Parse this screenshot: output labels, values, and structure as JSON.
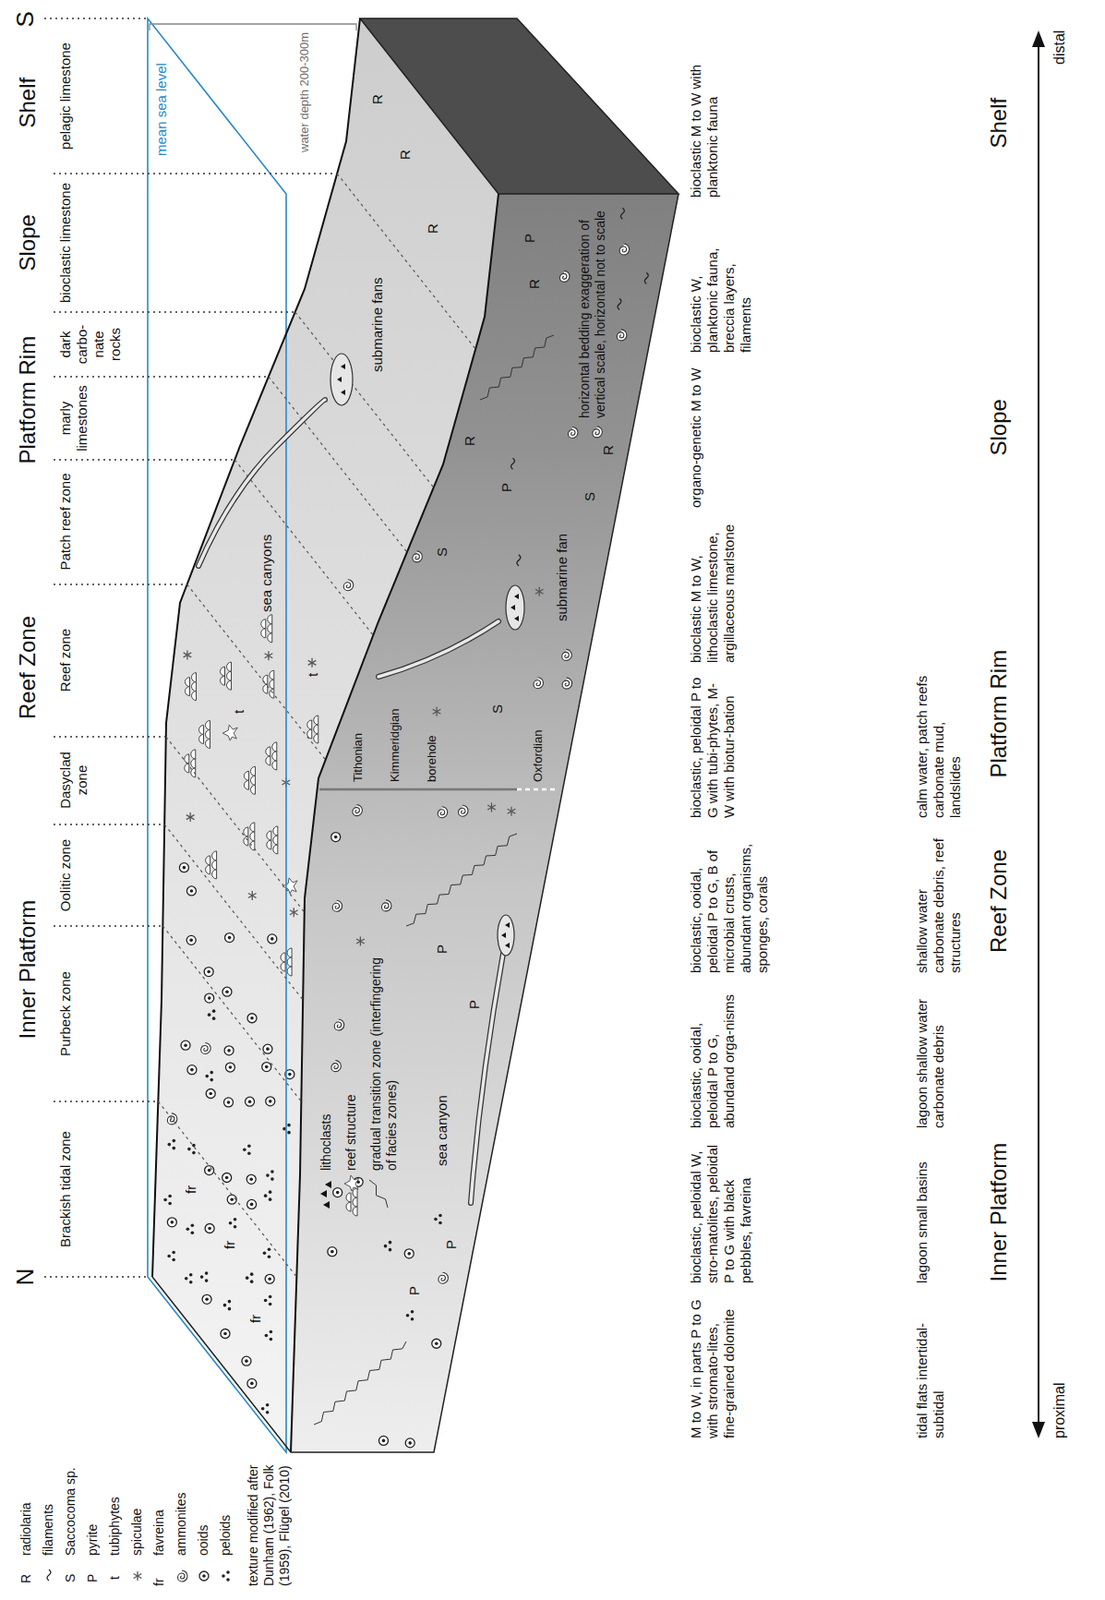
{
  "diagram": {
    "labels": [
      "N",
      "Inner Platform",
      "Reef Zone",
      "Platform Rim",
      "Slope",
      "Shelf",
      "S",
      "Brackish tidal zone",
      "Purbeck zone",
      "Oolitic zone",
      "Dasyclad zone",
      "Reef zone",
      "Patch reef zone",
      "marly limestones",
      "dark carbo-nate rocks",
      "bioclastic limestone",
      "pelagic limestone",
      "mean sea level",
      "water depth 200-300m",
      "fr",
      "fr",
      "fr",
      "t",
      "t",
      "sea canyons",
      "submarine fans",
      "R",
      "R",
      "R",
      "Tithonian",
      "Kimmeridgian",
      "borehole",
      "Oxfordian",
      "sea canyon",
      "submarine fan",
      "horizontal bedding exaggeration of vertical scale, horizontal not to scale",
      "P",
      "P",
      "P",
      "S",
      "P",
      "R",
      "S",
      "R",
      "P",
      "R",
      "P",
      "S",
      "M to W, in parts P to G with stromato-lites, fine-grained dolomite",
      "bioclastic, peloidal W, stro-matolites, peloidal P to G with black pebbles, favreina",
      "bioclastic, ooidal, peloidal P to G, abundand orga-nisms",
      "bioclastic, ooidal, peloidal P to G, B of microbial crusts, abundant organisms, sponges, corals",
      "bioclastic, peloidal P to G with tubi-phytes, M-W with biotur-bation",
      "bioclastic M to W, lithoclastic limestone, argillaceous marlstone",
      "organo-genetic M to W",
      "bioclastic W, planktonic fauna, breccia layers, filaments",
      "bioclastic M to W with planktonic fauna",
      "tidal flats intertidal-subtidal",
      "lagoon small basins",
      "lagoon shallow water carbonate debris",
      "shallow water carbonate debris, reef structures",
      "calm water, patch reefs carbonate mud, landslides",
      "Inner Platform",
      "Reef Zone",
      "Platform Rim",
      "Slope",
      "Shelf",
      "proximal",
      "distal",
      "R",
      "S",
      "P",
      "t",
      "fr",
      "texture modified after Dunham (1962), Folk (1959), Flügel (2010)"
    ],
    "legend": [
      {
        "text": "radiolaria"
      },
      {
        "text": "filaments"
      },
      {
        "text": "Saccocoma sp."
      },
      {
        "text": "pyrite"
      },
      {
        "text": "tubiphytes"
      },
      {
        "text": "spiculae"
      },
      {
        "text": "favreina"
      },
      {
        "text": "ammonites"
      },
      {
        "text": "ooids"
      },
      {
        "text": "peloids"
      },
      {
        "text": "lithoclasts"
      },
      {
        "text": "reef structure"
      },
      {
        "text": "gradual transition zone (interfingering of facies zones)"
      }
    ]
  }
}
